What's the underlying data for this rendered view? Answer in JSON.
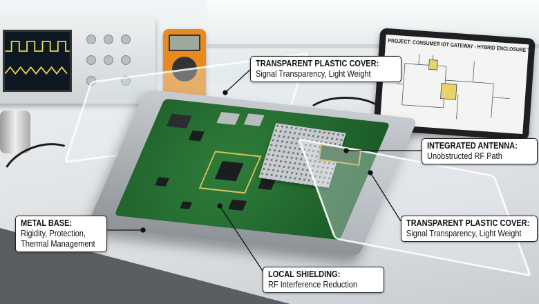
{
  "tablet": {
    "title": "PROJECT: CONSUMER IOT GATEWAY - HYBRID ENCLOSURE TEST"
  },
  "callouts": {
    "cover_top": {
      "title": "TRANSPARENT PLASTIC COVER:",
      "desc": "Signal Transparency, Light Weight"
    },
    "antenna": {
      "title": "INTEGRATED ANTENNA:",
      "desc": "Unobstructed RF Path"
    },
    "cover_right": {
      "title": "TRANSPARENT PLASTIC COVER:",
      "desc": "Signal Transparency, Light Weight"
    },
    "metal_base": {
      "title": "METAL BASE:",
      "desc_line1": "Rigidity, Protection,",
      "desc_line2": "Thermal Management"
    },
    "shielding": {
      "title": "LOCAL SHIELDING:",
      "desc": "RF Interference Reduction"
    }
  },
  "colors": {
    "pcb": "#1b5a28",
    "callout_bg": "#ffffff",
    "callout_border": "#222222",
    "multimeter": "#e88a1f"
  }
}
